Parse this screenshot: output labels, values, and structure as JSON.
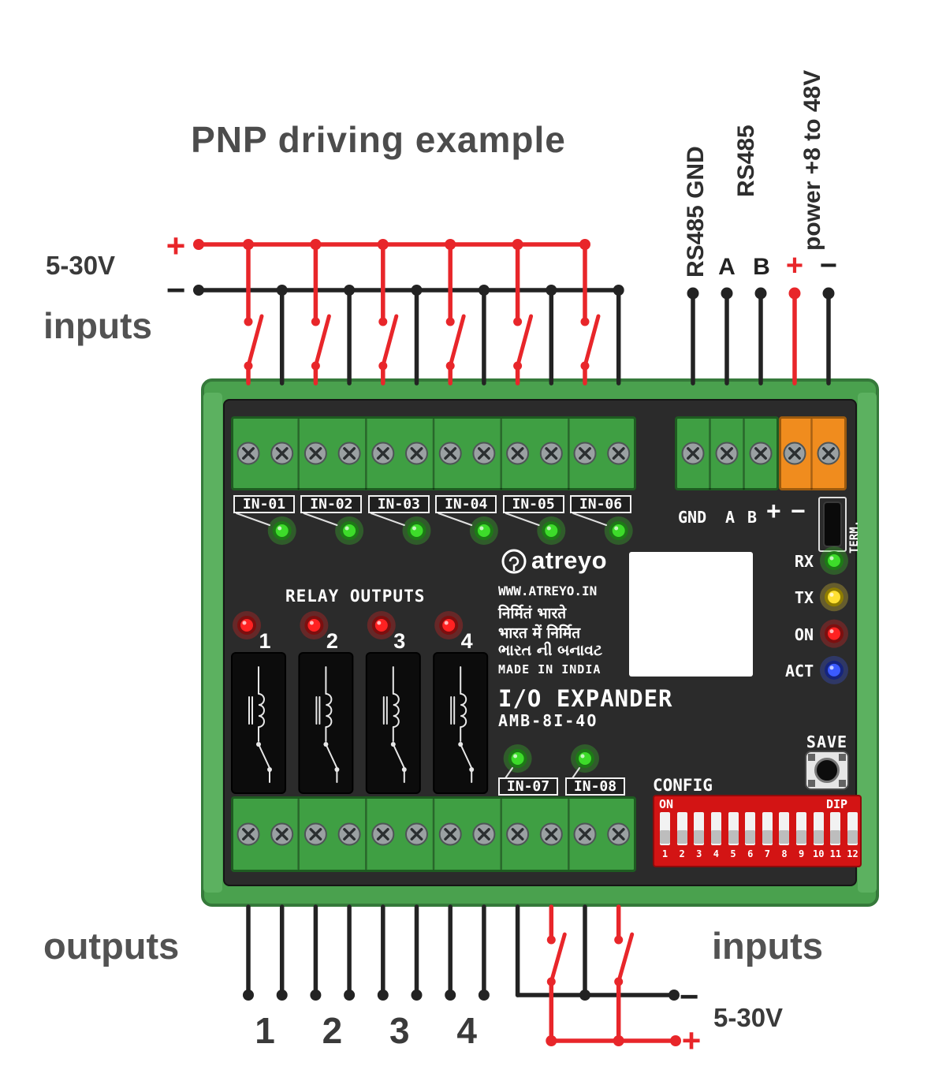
{
  "colors": {
    "wire_positive": "#e8262a",
    "wire_negative": "#232323",
    "module_green": "#4aa14e",
    "terminal_green": "#3f9f43",
    "terminal_orange": "#f08c1e",
    "panel_dark": "#2b2b2b",
    "dip_red": "#d31414",
    "led_green": "#3ddc2a",
    "led_yellow": "#ffe033",
    "led_red": "#ff2222",
    "led_blue": "#3b5bff"
  },
  "title": "PNP driving example",
  "top_left": {
    "voltage": "5-30V",
    "plus": "+",
    "minus": "−",
    "section": "inputs"
  },
  "top_right": {
    "labels_vertical": [
      "RS485 GND",
      "RS485",
      "power +8 to 48V"
    ],
    "pin_labels": [
      "A",
      "B",
      "+",
      "−"
    ]
  },
  "module": {
    "inputs_top": [
      "IN-01",
      "IN-02",
      "IN-03",
      "IN-04",
      "IN-05",
      "IN-06"
    ],
    "inputs_bottom": [
      "IN-07",
      "IN-08"
    ],
    "comm": {
      "gnd": "GND",
      "a": "A",
      "b": "B",
      "plus": "+",
      "minus": "−",
      "term": "TERM."
    },
    "brand": {
      "logo": "atreyo",
      "website": "WWW.ATREYO.IN",
      "made_line1": "निर्मितं भारते",
      "made_line2": "भारत में निर्मित",
      "made_line3": "ભારત ની બનાવટ",
      "made_line4": "MADE IN INDIA"
    },
    "status_leds": [
      {
        "label": "RX",
        "color": "#3ddc2a"
      },
      {
        "label": "TX",
        "color": "#ffe033"
      },
      {
        "label": "ON",
        "color": "#ff2222"
      },
      {
        "label": "ACT",
        "color": "#3b5bff"
      }
    ],
    "relays": {
      "title": "RELAY OUTPUTS",
      "numbers": [
        "1",
        "2",
        "3",
        "4"
      ]
    },
    "product": {
      "name": "I/O EXPANDER",
      "model": "AMB-8I-4O"
    },
    "config": {
      "label": "CONFIG",
      "on": "ON",
      "dip": "DIP",
      "switch_numbers": [
        "1",
        "2",
        "3",
        "4",
        "5",
        "6",
        "7",
        "8",
        "9",
        "10",
        "11",
        "12"
      ]
    },
    "save": "SAVE"
  },
  "bottom": {
    "outputs_label": "outputs",
    "output_numbers": [
      "1",
      "2",
      "3",
      "4"
    ],
    "inputs_label": "inputs",
    "voltage": "5-30V",
    "plus": "+",
    "minus": "−"
  }
}
